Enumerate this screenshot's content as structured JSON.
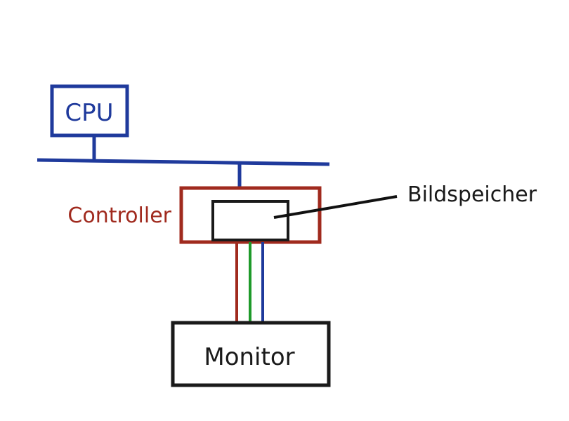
{
  "colors": {
    "bus": "#1f3a9c",
    "controller": "#a02a1e",
    "framebuffer": "#1a1a1a",
    "monitor": "#1a1a1a",
    "signal_red": "#a02a1e",
    "signal_green": "#1e9a2a",
    "signal_blue": "#1f3a9c",
    "text_dark": "#1a1a1a"
  },
  "nodes": {
    "cpu": {
      "label": "CPU"
    },
    "controller": {
      "label": "Controller"
    },
    "framebuffer": {
      "label": "Bildspeicher"
    },
    "monitor": {
      "label": "Monitor"
    }
  },
  "edges": [
    {
      "from": "cpu",
      "to": "bus"
    },
    {
      "from": "bus",
      "to": "controller"
    },
    {
      "from": "framebuffer",
      "to": "monitor",
      "signal": "red"
    },
    {
      "from": "framebuffer",
      "to": "monitor",
      "signal": "green"
    },
    {
      "from": "framebuffer",
      "to": "monitor",
      "signal": "blue"
    }
  ]
}
